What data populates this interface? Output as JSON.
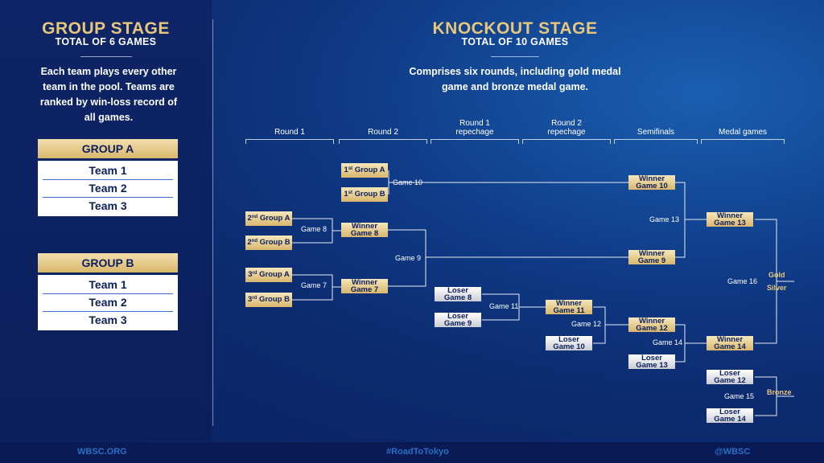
{
  "group_stage": {
    "title": "GROUP STAGE",
    "subtitle": "TOTAL OF 6 GAMES",
    "description_lines": [
      "Each team plays every other",
      "team in the pool. Teams are",
      "ranked by win-loss record of",
      "all games."
    ],
    "groups": [
      {
        "name": "GROUP A",
        "teams": [
          "Team 1",
          "Team 2",
          "Team 3"
        ]
      },
      {
        "name": "GROUP B",
        "teams": [
          "Team 1",
          "Team 2",
          "Team 3"
        ]
      }
    ]
  },
  "knockout_stage": {
    "title": "KNOCKOUT STAGE",
    "subtitle": "TOTAL OF 10 GAMES",
    "description_lines": [
      "Comprises six rounds, including gold medal",
      "game and bronze medal game."
    ],
    "rounds": [
      {
        "line1": "",
        "line2": "Round 1"
      },
      {
        "line1": "",
        "line2": "Round 2"
      },
      {
        "line1": "Round 1",
        "line2": "repechage"
      },
      {
        "line1": "Round 2",
        "line2": "repechage"
      },
      {
        "line1": "",
        "line2": "Semifinals"
      },
      {
        "line1": "",
        "line2": "Medal games"
      }
    ]
  },
  "bracket": {
    "r1": [
      {
        "ord": "2",
        "sup": "nd",
        "label": "Group A"
      },
      {
        "ord": "2",
        "sup": "nd",
        "label": "Group B"
      },
      {
        "ord": "3",
        "sup": "rd",
        "label": "Group A"
      },
      {
        "ord": "3",
        "sup": "rd",
        "label": "Group B"
      }
    ],
    "r2": [
      {
        "ord": "1",
        "sup": "st",
        "label": "Group A"
      },
      {
        "ord": "1",
        "sup": "st",
        "label": "Group B"
      },
      {
        "l1": "Winner",
        "l2": "Game 8"
      },
      {
        "l1": "Winner",
        "l2": "Game 7"
      }
    ],
    "rep1": [
      {
        "l1": "Loser",
        "l2": "Game 8"
      },
      {
        "l1": "Loser",
        "l2": "Game 9"
      }
    ],
    "rep2": [
      {
        "l1": "Winner",
        "l2": "Game 11"
      },
      {
        "l1": "Loser",
        "l2": "Game 10"
      }
    ],
    "semi": [
      {
        "l1": "Winner",
        "l2": "Game 10"
      },
      {
        "l1": "Winner",
        "l2": "Game 9"
      },
      {
        "l1": "Winner",
        "l2": "Game 12"
      },
      {
        "l1": "Loser",
        "l2": "Game 13"
      }
    ],
    "medal": [
      {
        "l1": "Winner",
        "l2": "Game 13"
      },
      {
        "l1": "Winner",
        "l2": "Game 14"
      },
      {
        "l1": "Loser",
        "l2": "Game 12"
      },
      {
        "l1": "Loser",
        "l2": "Game 14"
      }
    ],
    "games": {
      "g7": "Game 7",
      "g8": "Game 8",
      "g9": "Game 9",
      "g10": "Game 10",
      "g11": "Game 11",
      "g12": "Game 12",
      "g13": "Game 13",
      "g14": "Game 14",
      "g15": "Game 15",
      "g16": "Game 16"
    },
    "medals": {
      "gold": "Gold",
      "silver": "Silver",
      "bronze": "Bronze"
    }
  },
  "footer": {
    "left": "WBSC.ORG",
    "center": "#RoadToTokyo",
    "right": "@WBSC"
  },
  "colors": {
    "accent_gold": "#e7c77b",
    "background": "#0c2a6e",
    "footer_text": "#2a6fc2"
  }
}
